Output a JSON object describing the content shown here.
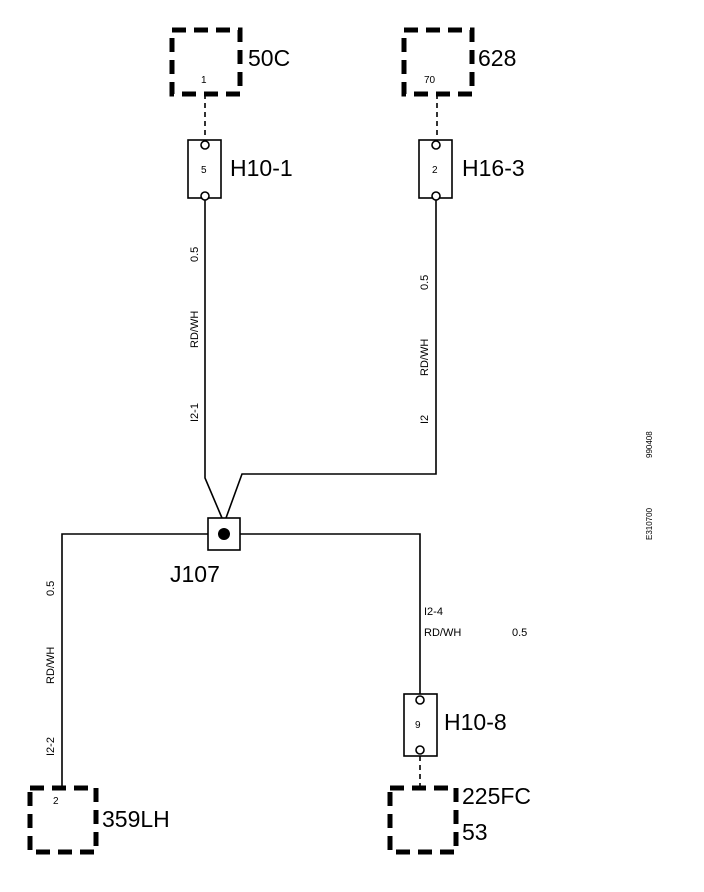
{
  "components": {
    "c50c": {
      "name": "50C",
      "pin": "1"
    },
    "c628": {
      "name": "628",
      "pin": "70"
    },
    "c359lh": {
      "name": "359LH",
      "pin": "2"
    },
    "c225fc": {
      "name_line1": "225FC",
      "name_line2": "53"
    }
  },
  "connectors": {
    "h10_1": {
      "name": "H10-1",
      "pin": "5"
    },
    "h16_3": {
      "name": "H16-3",
      "pin": "2"
    },
    "h10_8": {
      "name": "H10-8",
      "pin": "9"
    }
  },
  "splice": {
    "name": "J107"
  },
  "wires": {
    "w1": {
      "gauge": "0.5",
      "color": "RD/WH",
      "circuit": "I2-1"
    },
    "w2": {
      "gauge": "0.5",
      "color": "RD/WH",
      "circuit": "I2"
    },
    "w3": {
      "gauge": "0.5",
      "color": "RD/WH",
      "circuit": "I2-2"
    },
    "w4": {
      "gauge": "0.5",
      "color": "RD/WH",
      "circuit": "I2-4"
    }
  },
  "side_codes": {
    "code1": "990408",
    "code2": "E310700"
  }
}
